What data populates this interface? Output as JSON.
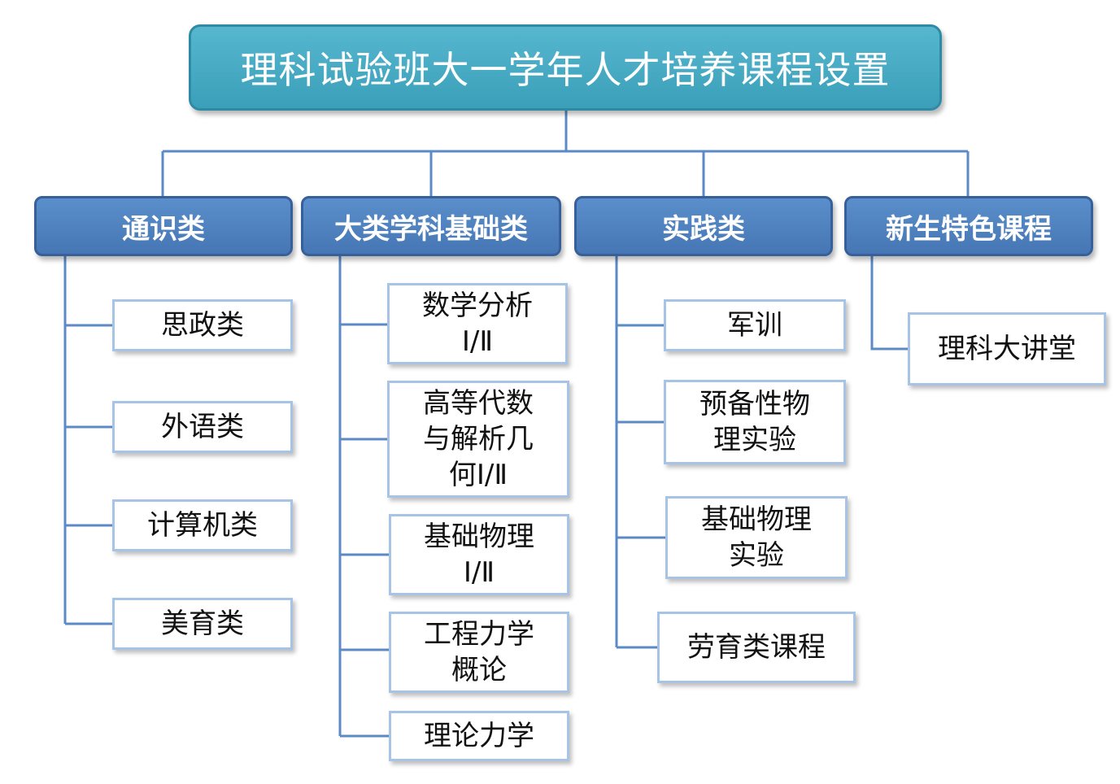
{
  "root": {
    "title": "理科试验班大一学年人才培养课程设置"
  },
  "categories": [
    {
      "label": "通识类",
      "items": [
        "思政类",
        "外语类",
        "计算机类",
        "美育类"
      ]
    },
    {
      "label": "大类学科基础类",
      "items": [
        "数学分析\nⅠ/Ⅱ",
        "高等代数\n与解析几\n何Ⅰ/Ⅱ",
        "基础物理\nⅠ/Ⅱ",
        "工程力学\n概论",
        "理论力学"
      ]
    },
    {
      "label": "实践类",
      "items": [
        "军训",
        "预备性物\n理实验",
        "基础物理\n实验",
        "劳育类课程"
      ]
    },
    {
      "label": "新生特色课程",
      "items": [
        "理科大讲堂"
      ]
    }
  ],
  "colors": {
    "root_fill": "#4aaac4",
    "category_fill": "#4f81bd",
    "leaf_border": "#a7c3e6",
    "connector": "#5b8ac6"
  }
}
